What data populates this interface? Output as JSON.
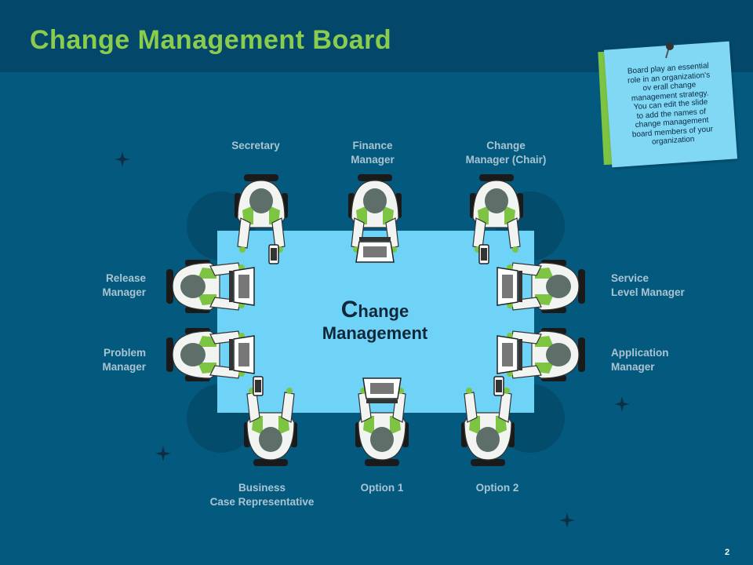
{
  "title": "Change Management Board",
  "center": {
    "first_letter": "C",
    "line1_rest": "hange",
    "line2": "Management"
  },
  "roles": {
    "secretary": [
      "Secretary"
    ],
    "finance_manager": [
      "Finance",
      "Manager"
    ],
    "change_manager_chair": [
      "Change",
      "Manager (Chair)"
    ],
    "release_manager": [
      "Release",
      "Manager"
    ],
    "problem_manager": [
      "Problem",
      "Manager"
    ],
    "service_level_manager": [
      "Service",
      "Level Manager"
    ],
    "application_manager": [
      "Application",
      "Manager"
    ],
    "business_case_representative": [
      "Business",
      "Case Representative"
    ],
    "option_1": [
      "Option 1"
    ],
    "option_2": [
      "Option 2"
    ]
  },
  "note": {
    "lines": [
      "Board play an essential",
      "role in an organization's",
      "ov erall change",
      "management strategy.",
      "You can edit the slide",
      "to add the names of",
      "change management",
      "board members of your",
      "organization"
    ]
  },
  "page_number": "2",
  "colors": {
    "background": "#045a7e",
    "header": "#03486a",
    "title": "#8ccc4c",
    "table": "#6fd3f7",
    "shirt": "#f2f4f2",
    "vest": "#7cc441",
    "head": "#5e6e68",
    "chair": "#1a1a1a"
  },
  "icons": [
    "sparkle-icon",
    "push-pin-icon",
    "laptop-icon",
    "phone-icon",
    "person-icon",
    "chair-icon"
  ]
}
